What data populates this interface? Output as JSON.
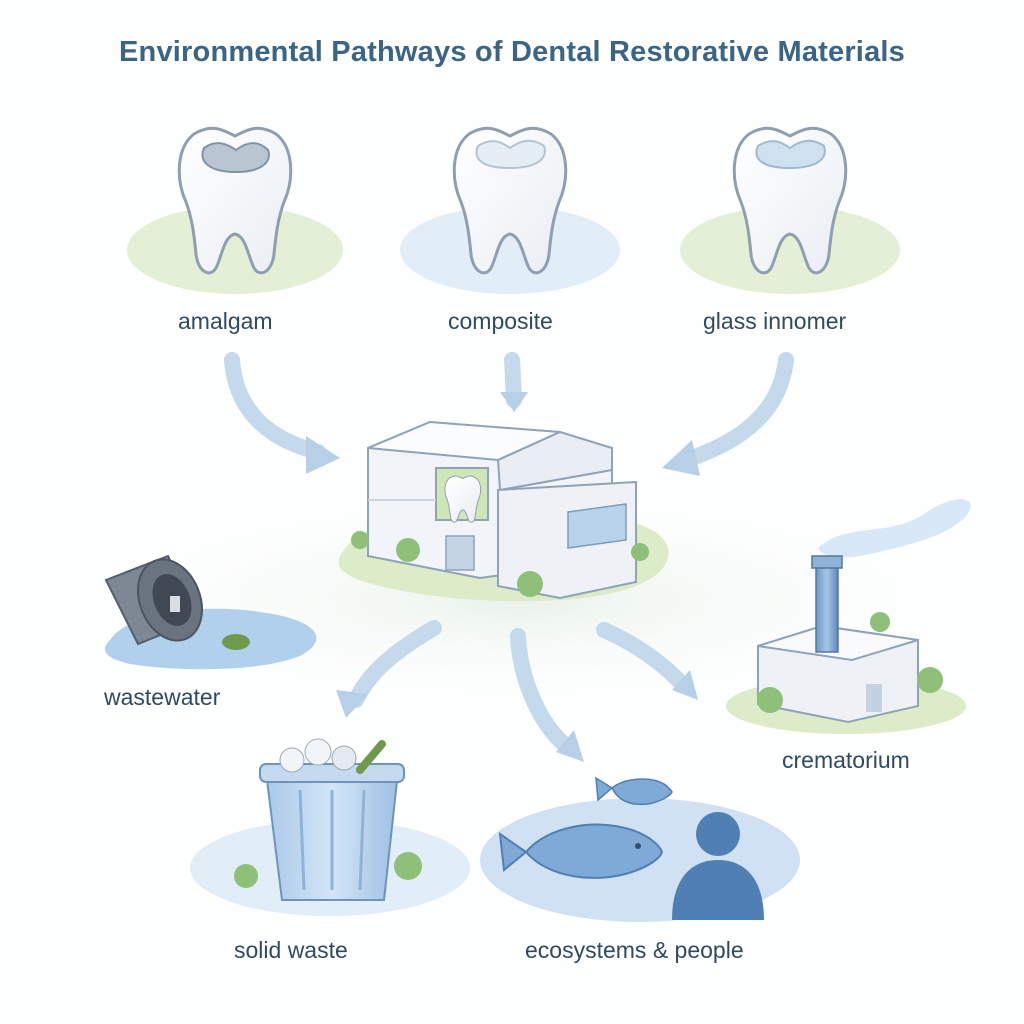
{
  "title": "Environmental Pathways of Dental Restorative Materials",
  "materials": [
    {
      "label": "amalgam",
      "icon": "tooth-amalgam-icon",
      "filling_color": "#b9c6d2"
    },
    {
      "label": "composite",
      "icon": "tooth-composite-icon",
      "filling_color": "#e6eef5"
    },
    {
      "label": "glass innomer",
      "icon": "tooth-glass-ionomer-icon",
      "filling_color": "#cfe1ef"
    }
  ],
  "hub": {
    "icon": "dental-clinic-building-icon"
  },
  "pathways": [
    {
      "label": "wastewater",
      "icon": "drain-pipe-icon"
    },
    {
      "label": "crematorium",
      "icon": "crematorium-chimney-icon"
    },
    {
      "label": "solid waste",
      "icon": "trash-bin-icon"
    },
    {
      "label": "ecosystems & people",
      "icon": "fish-and-person-icon"
    }
  ],
  "colors": {
    "title": "#3b6485",
    "label": "#2f4a63",
    "arrow": "#bcd3e8",
    "water": "#a9cbea",
    "grass": "#d8ebc4",
    "accent_blue": "#5b8cc0"
  }
}
